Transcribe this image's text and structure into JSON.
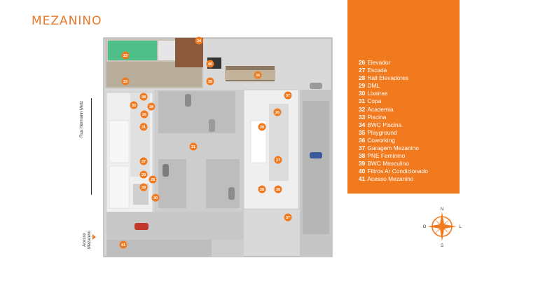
{
  "title": "MEZANINO",
  "street_label": "Rua Hermann Metz",
  "access_label_line1": "Acesso",
  "access_label_line2": "Mezanino",
  "accent_color": "#f27a1e",
  "legend": [
    {
      "num": "26",
      "label": "Elevador"
    },
    {
      "num": "27",
      "label": "Escada"
    },
    {
      "num": "28",
      "label": "Hall Elevadores"
    },
    {
      "num": "29",
      "label": "DML"
    },
    {
      "num": "30",
      "label": "Lixeiras"
    },
    {
      "num": "31",
      "label": "Copa"
    },
    {
      "num": "32",
      "label": "Academia"
    },
    {
      "num": "33",
      "label": "Piscina"
    },
    {
      "num": "34",
      "label": "BWC Piscina"
    },
    {
      "num": "35",
      "label": "Playground"
    },
    {
      "num": "36",
      "label": "Coworking"
    },
    {
      "num": "37",
      "label": "Garagem Mezanino"
    },
    {
      "num": "38",
      "label": "PNE Feminino"
    },
    {
      "num": "39",
      "label": "BWC Masculino"
    },
    {
      "num": "40",
      "label": "Filtros Ar Condicionado"
    },
    {
      "num": "41",
      "label": "Acesso Mezanino"
    }
  ],
  "markers": [
    "33",
    "34",
    "40",
    "35",
    "36",
    "33",
    "38",
    "30",
    "28",
    "26",
    "31",
    "37",
    "26",
    "28",
    "31",
    "27",
    "27",
    "29",
    "28",
    "39",
    "30",
    "28",
    "26",
    "37",
    "41"
  ],
  "compass": {
    "n": "N",
    "s": "S",
    "l": "L",
    "o": "O"
  }
}
